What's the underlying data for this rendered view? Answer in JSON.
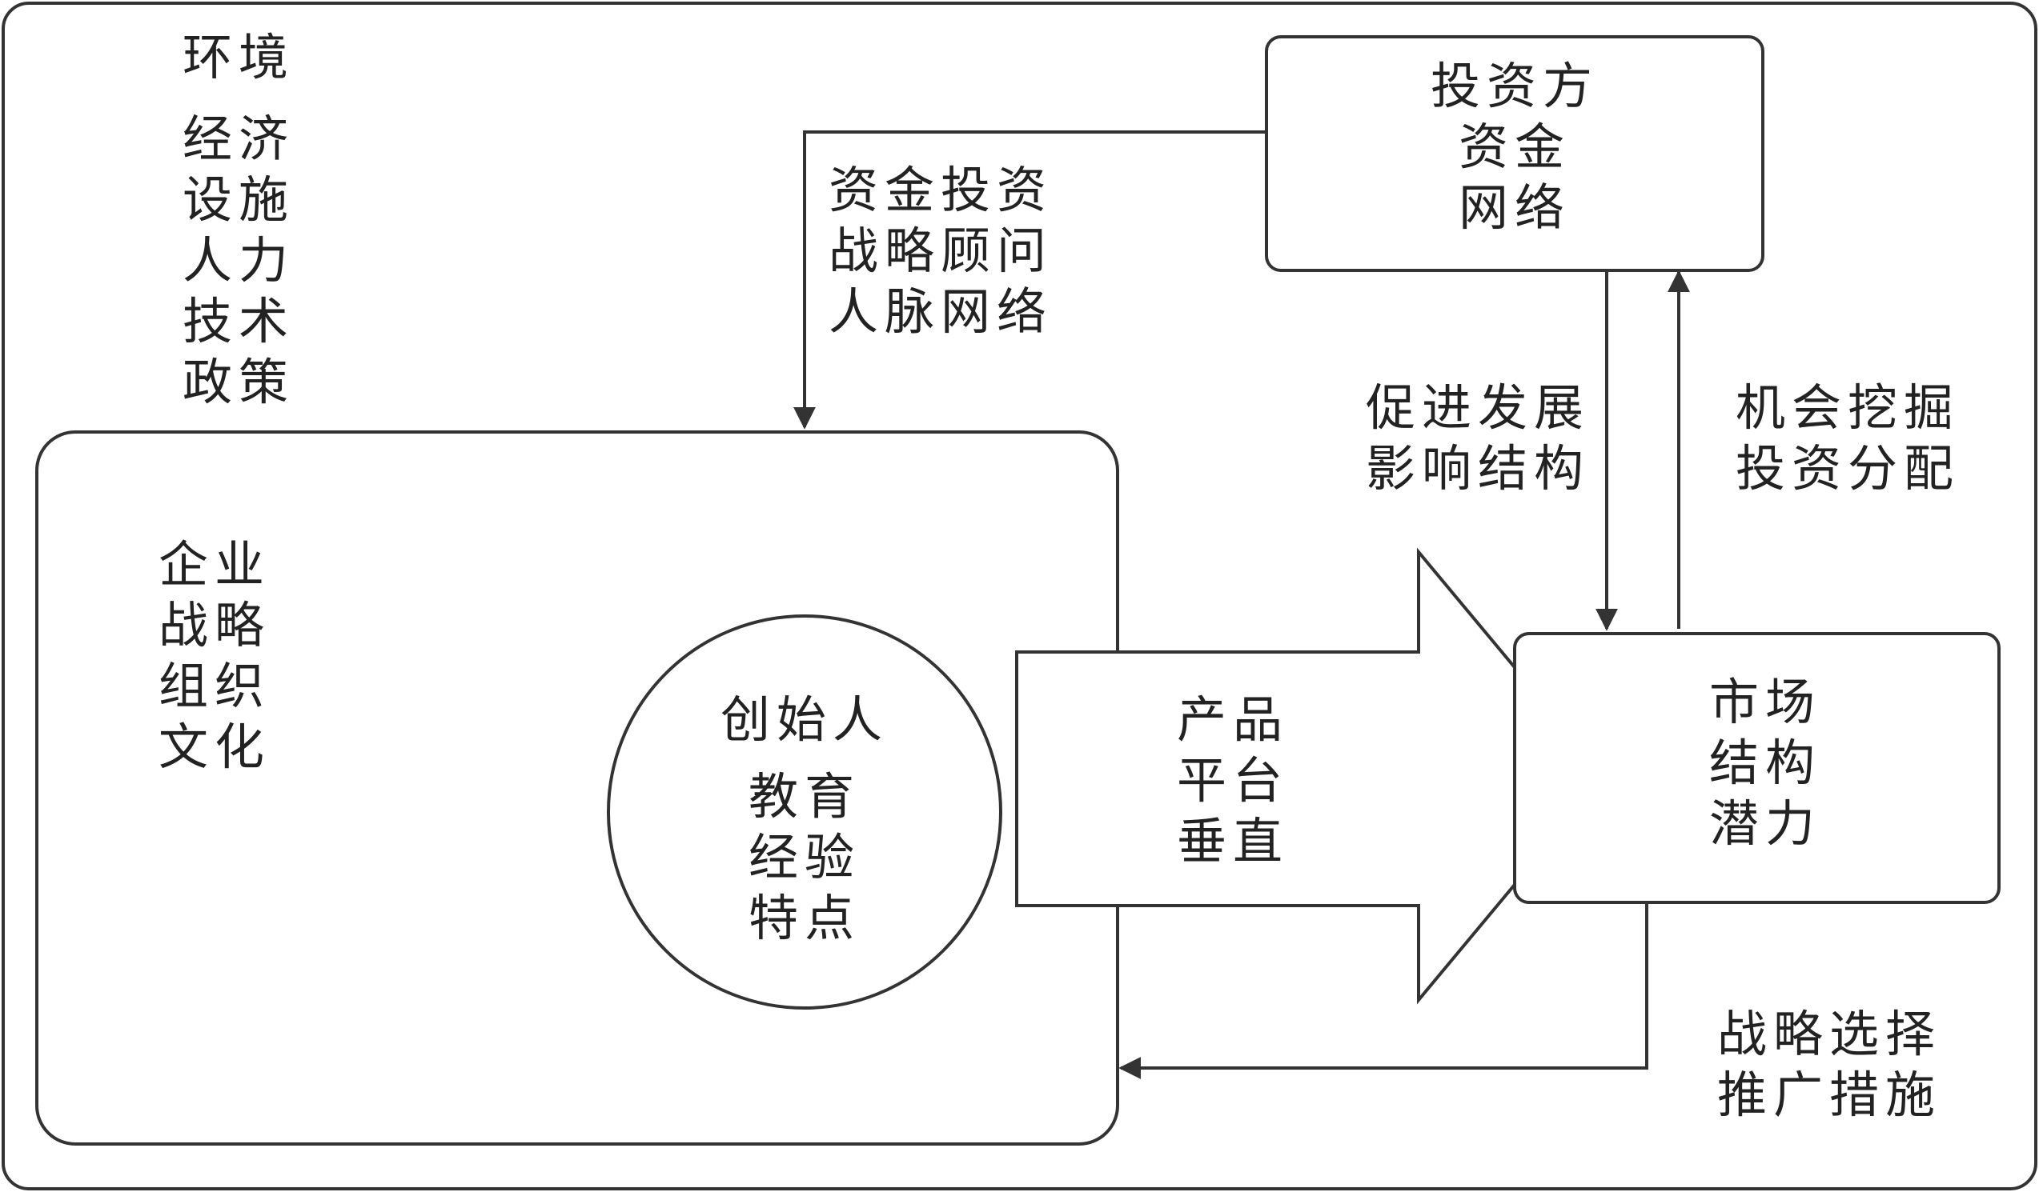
{
  "environment": {
    "title": "环境",
    "items": [
      "经济",
      "设施",
      "人力",
      "技术",
      "政策"
    ]
  },
  "investor": {
    "lines": [
      "投资方",
      "资金",
      "网络"
    ]
  },
  "investor_to_enterprise": {
    "lines": [
      "资金投资",
      "战略顾问",
      "人脉网络"
    ]
  },
  "investor_to_market": {
    "lines": [
      "促进发展",
      "影响结构"
    ]
  },
  "market_to_investor": {
    "lines": [
      "机会挖掘",
      "投资分配"
    ]
  },
  "enterprise": {
    "lines": [
      "企业",
      "战略",
      "组织",
      "文化"
    ]
  },
  "founder": {
    "title": "创始人",
    "items": [
      "教育",
      "经验",
      "特点"
    ]
  },
  "product_arrow": {
    "lines": [
      "产品",
      "平台",
      "垂直"
    ]
  },
  "market": {
    "lines": [
      "市场",
      "结构",
      "潜力"
    ]
  },
  "market_to_enterprise": {
    "lines": [
      "战略选择",
      "推广措施"
    ]
  },
  "colors": {
    "stroke": "#333333",
    "text": "#222222",
    "background": "#ffffff"
  }
}
